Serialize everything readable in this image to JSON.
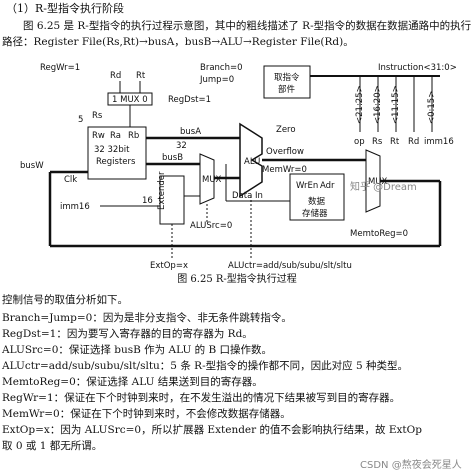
{
  "section_title": "（1）R-型指令执行阶段",
  "intro": "图 6.25 是 R-型指令的执行过程示意图，其中的粗线描述了 R-型指令的数据在数据通路中的执行路径：Register File(Rs,Rt)→busA，busB→ALU→Register File(Rd)。",
  "figure": {
    "labels": {
      "regwr": "RegWr=1",
      "rd": "Rd",
      "rt": "Rt",
      "mux0": "1 MUX 0",
      "regdst": "RegDst=1",
      "rs": "Rs",
      "rw": "Rw",
      "ra": "Ra",
      "rb": "Rb",
      "regfile": "32 32bit",
      "registers": "Registers",
      "clk": "Clk",
      "busa": "busA",
      "busb": "busB",
      "busw": "busW",
      "n5": "5",
      "n32": "32",
      "imm16": "imm16",
      "n16": "16",
      "extender": "Extender",
      "mux_alu": "MUX",
      "datain": "Data In",
      "alusrc": "ALUSrc=0",
      "extop": "ExtOp=x",
      "aluctr": "ALUctr=add/sub/subu/slt/sltu",
      "branch": "Branch=0",
      "jump": "Jump=0",
      "fetch_1": "取指令",
      "fetch_2": "部件",
      "instruction": "Instruction<31:0>",
      "field_1": "<21:25>",
      "field_2": "<16:20>",
      "field_3": "<11:15>",
      "field_4": "<0:15>",
      "op_label": "op",
      "rs_label": "Rs",
      "rt_label": "Rt",
      "rd_label": "Rd",
      "imm_label": "imm16",
      "zero": "Zero",
      "overflow": "Overflow",
      "alu": "ALU",
      "memwr": "MemWr=0",
      "wren": "WrEn",
      "adr": "Adr",
      "datamem_1": "数据",
      "datamem_2": "存储器",
      "memtoreg": "MemtoReg=0",
      "mux_out": "MUX"
    },
    "caption": "图 6.25   R-型指令执行过程"
  },
  "analysis_title": "控制信号的取值分析如下。",
  "signals": [
    "Branch=Jump=0：因为是非分支指令、非无条件跳转指令。",
    "RegDst=1：因为要写入寄存器的目的寄存器为 Rd。",
    "ALUSrc=0：保证选择 busB 作为 ALU 的 B 口操作数。",
    "ALUctr=add/sub/subu/slt/sltu：5 条 R-型指令的操作都不同，因此对应 5 种类型。",
    "MemtoReg=0：保证选择 ALU 结果送到目的寄存器。",
    "RegWr=1：保证在下个时钟到来时，在不发生溢出的情况下结果被写到目的寄存器。",
    "MemWr=0：保证在下个时钟到来时，不会修改数据存储器。",
    "ExtOp=x：因为 ALUSrc=0，所以扩展器 Extender 的值不会影响执行结果，故 ExtOp",
    "取 0 或 1 都无所谓。"
  ],
  "watermarks": [
    "知乎 @Dream",
    "CSDN @熬夜会死星人"
  ]
}
